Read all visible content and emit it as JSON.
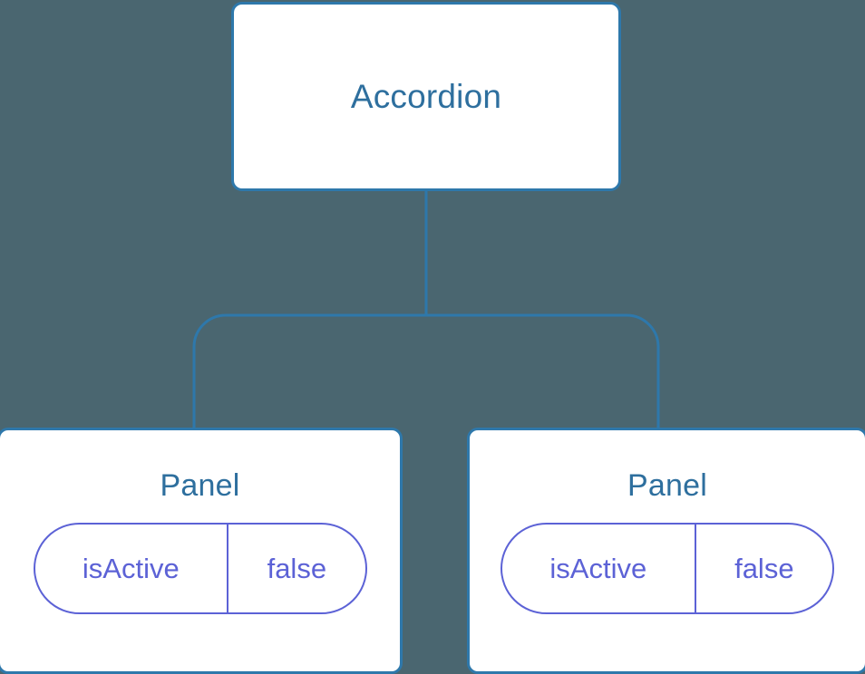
{
  "diagram": {
    "type": "component-tree",
    "background_color": "#4a6670",
    "node_border_color": "#2e78ab",
    "node_text_color": "#2e6f9e",
    "connector_color": "#2e78ab",
    "pill_color": "#5c62d6",
    "root": {
      "label": "Accordion"
    },
    "children": [
      {
        "label": "Panel",
        "state": {
          "key": "isActive",
          "value": "false"
        }
      },
      {
        "label": "Panel",
        "state": {
          "key": "isActive",
          "value": "false"
        }
      }
    ]
  }
}
